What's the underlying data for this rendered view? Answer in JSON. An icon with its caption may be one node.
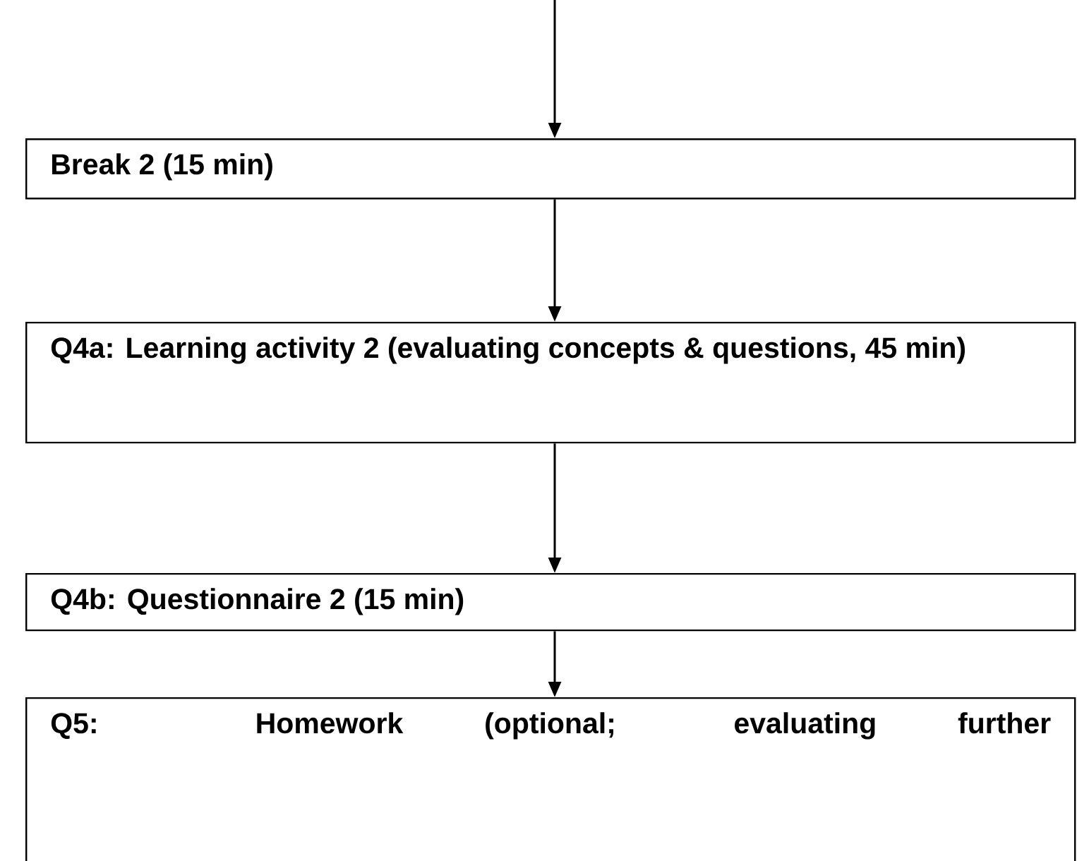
{
  "diagram": {
    "nodes": [
      {
        "text": [
          "Break 2 (15 min)"
        ]
      },
      {
        "text": [
          "Q4a: Learning activity 2 (evaluating concepts & questions, 45 min)"
        ]
      },
      {
        "text": [
          "Q4b: Questionnaire 2 (15 min)"
        ]
      },
      {
        "text": [
          "Q5: Homework (optional; evaluating further"
        ]
      }
    ],
    "edges": [
      {
        "from": null,
        "to": 0,
        "arrow": "to"
      },
      {
        "from": 0,
        "to": 1,
        "arrow": "to"
      },
      {
        "from": 1,
        "to": 2,
        "arrow": "to"
      },
      {
        "from": 2,
        "to": 3,
        "arrow": "to"
      }
    ]
  }
}
